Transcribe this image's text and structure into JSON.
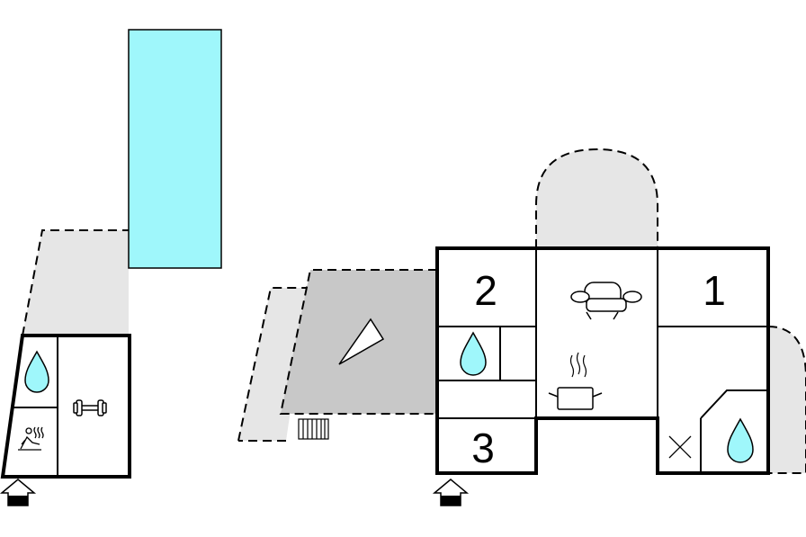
{
  "rooms": {
    "bedroom_1": {
      "label": "1"
    },
    "bedroom_2": {
      "label": "2"
    },
    "bedroom_3": {
      "label": "3"
    }
  },
  "colors": {
    "pool": "#9ff7fb",
    "terrace": "#e6e6e6",
    "covered_terrace": "#c8c8c8",
    "water_drop": "#9ff7fb",
    "walls": "#000000"
  },
  "icons": [
    "pool-icon",
    "water-drop-icon",
    "sauna-icon",
    "fitness-icon",
    "sofa-icon",
    "kitchen-pot-icon",
    "fireplace-icon",
    "radiator-icon",
    "entrance-icon",
    "wc-cross-icon"
  ]
}
